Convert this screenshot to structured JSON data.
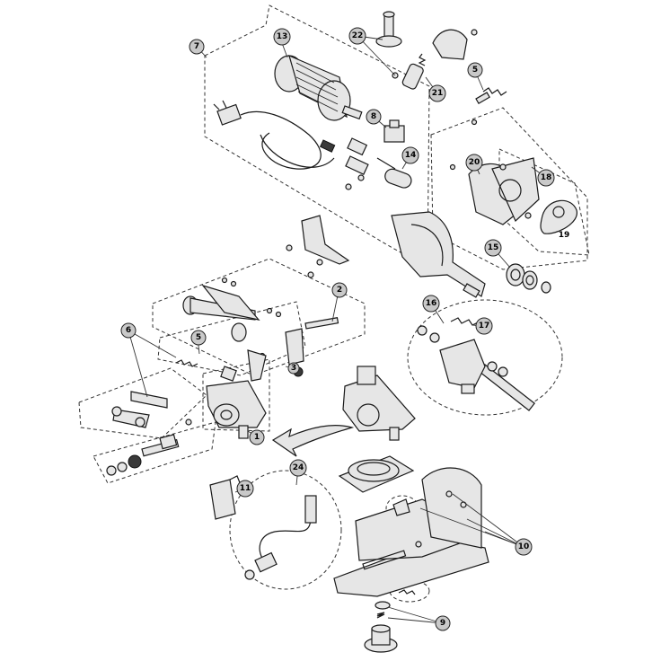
{
  "callouts": [
    {
      "id": "c1",
      "label": "1"
    },
    {
      "id": "c2",
      "label": "2"
    },
    {
      "id": "c3",
      "label": "3"
    },
    {
      "id": "c5a",
      "label": "5"
    },
    {
      "id": "c5b",
      "label": "5"
    },
    {
      "id": "c6",
      "label": "6"
    },
    {
      "id": "c7",
      "label": "7"
    },
    {
      "id": "c8",
      "label": "8"
    },
    {
      "id": "c9",
      "label": "9"
    },
    {
      "id": "c10",
      "label": "10"
    },
    {
      "id": "c11",
      "label": "11"
    },
    {
      "id": "c13",
      "label": "13"
    },
    {
      "id": "c14",
      "label": "14"
    },
    {
      "id": "c15",
      "label": "15"
    },
    {
      "id": "c16",
      "label": "16"
    },
    {
      "id": "c17",
      "label": "17"
    },
    {
      "id": "c18",
      "label": "18"
    },
    {
      "id": "c20",
      "label": "20"
    },
    {
      "id": "c21",
      "label": "21"
    },
    {
      "id": "c22",
      "label": "22"
    },
    {
      "id": "c24",
      "label": "24"
    }
  ],
  "small_labels": {
    "blade_ref": "19"
  }
}
